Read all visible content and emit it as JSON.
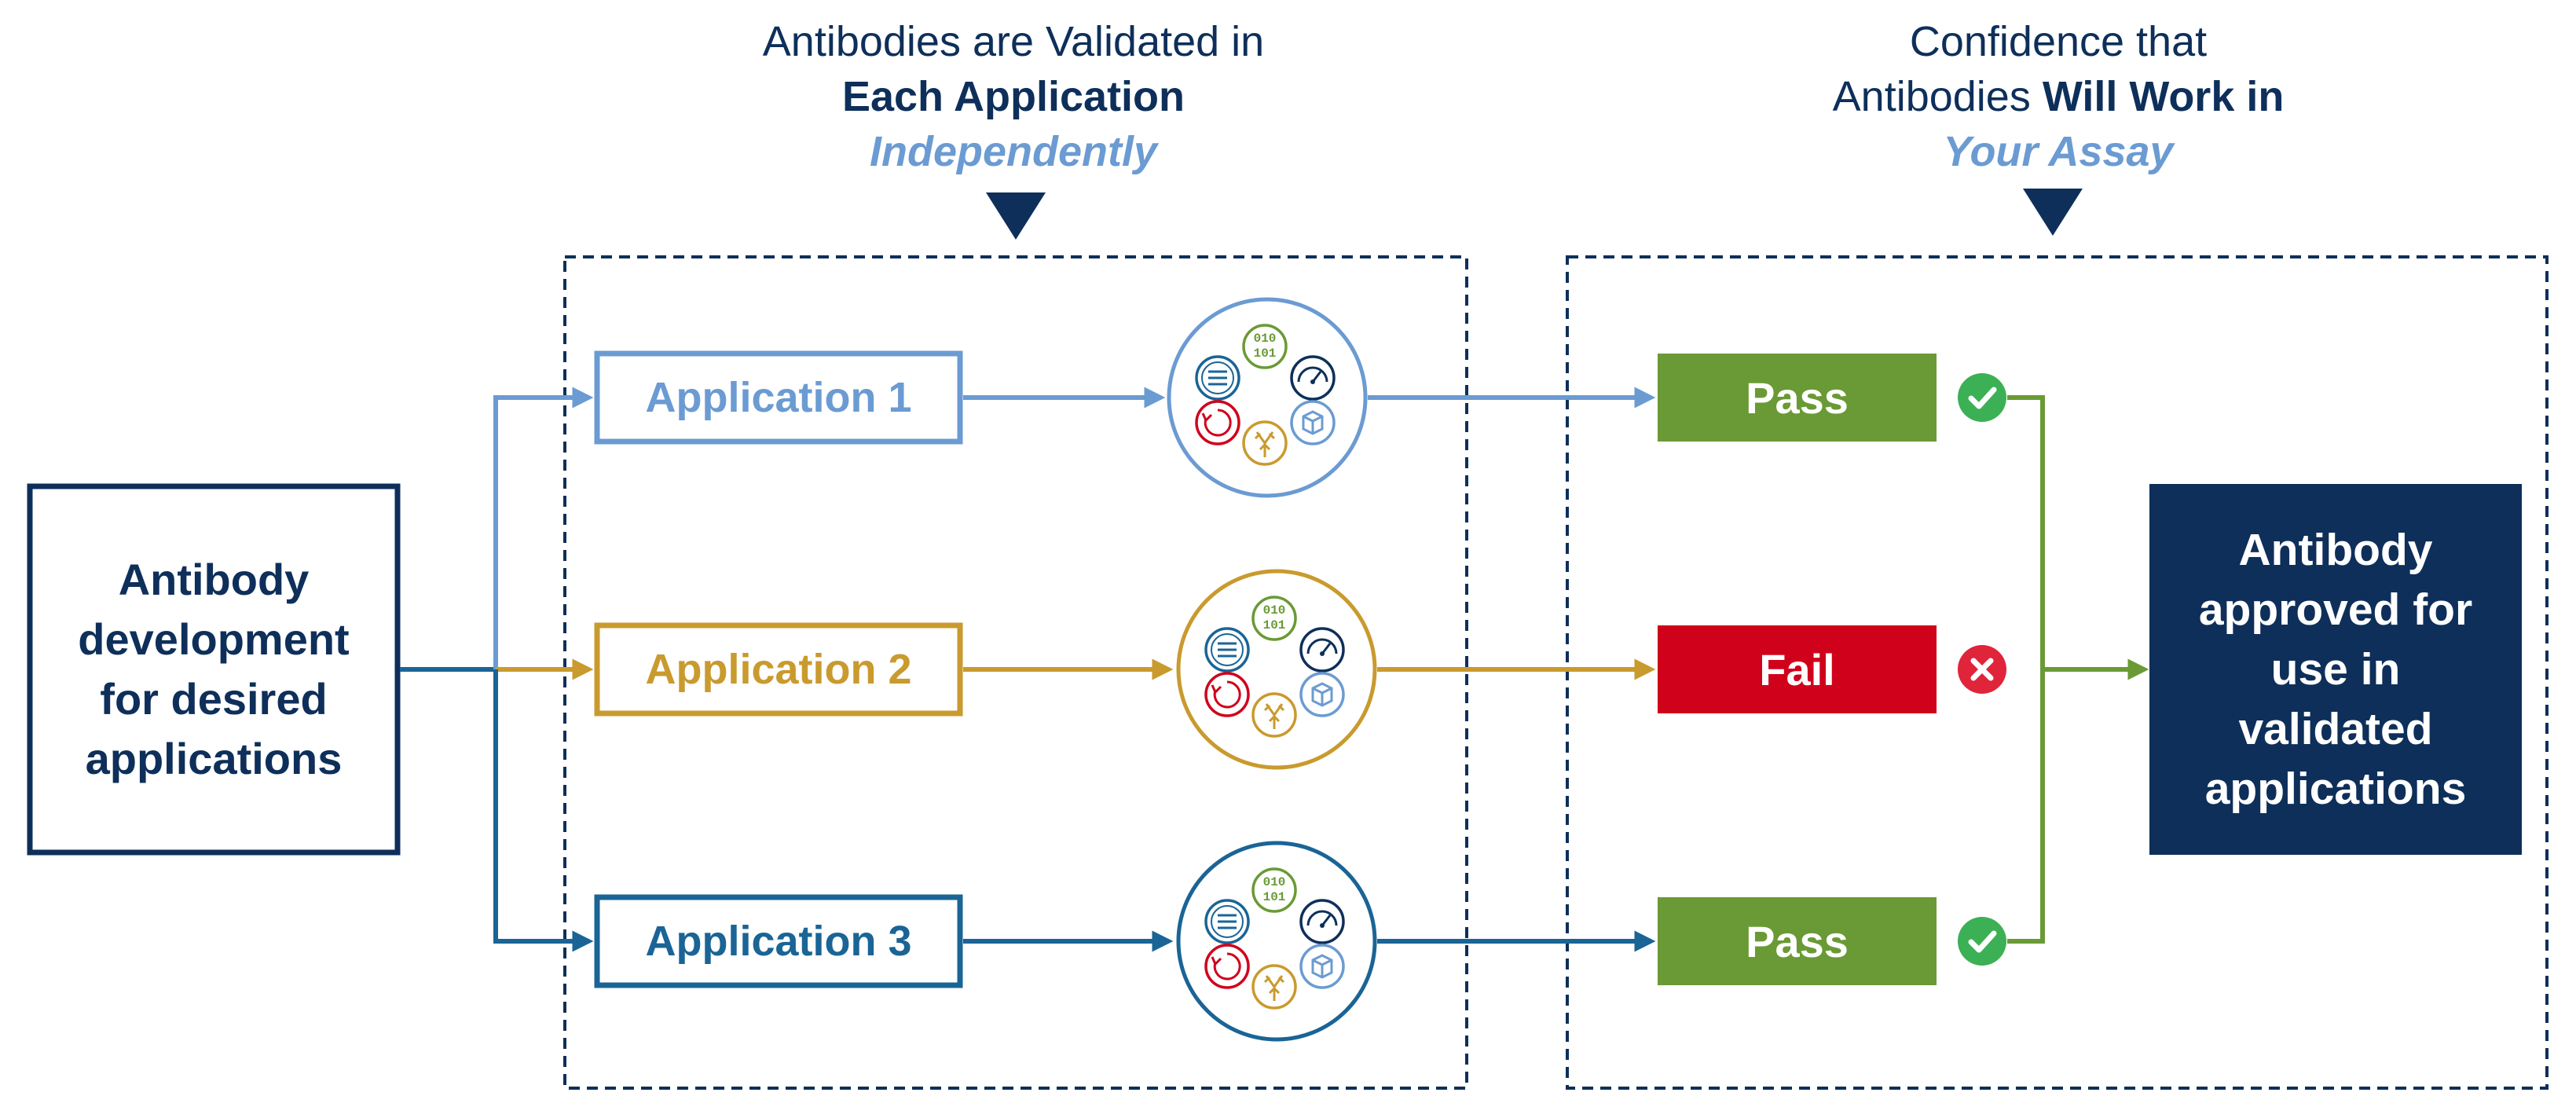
{
  "header_left": {
    "line1": "Antibodies are Validated in",
    "line2": "Each Application",
    "line3": "Independently"
  },
  "header_right": {
    "line1": "Confidence that",
    "line2_plain": "Antibodies ",
    "line2_bold": "Will Work in",
    "line3": "Your Assay"
  },
  "source": {
    "label": "Antibody development for desired applications"
  },
  "applications": [
    {
      "label": "Application 1",
      "color": "#6b9bd2"
    },
    {
      "label": "Application 2",
      "color": "#c99a2e"
    },
    {
      "label": "Application 3",
      "color": "#1a6496"
    }
  ],
  "results": [
    {
      "label": "Pass",
      "status": "pass",
      "color": "#6a9a35",
      "icon": "check-icon"
    },
    {
      "label": "Fail",
      "status": "fail",
      "color": "#d0021b",
      "icon": "x-icon"
    },
    {
      "label": "Pass",
      "status": "pass",
      "color": "#6a9a35",
      "icon": "check-icon"
    }
  ],
  "outcome": {
    "label": "Antibody approved for use in validated applications"
  },
  "colors": {
    "navy": "#0e2f5a",
    "line_source": "#1a6496",
    "line_result": "#6a9a35"
  }
}
